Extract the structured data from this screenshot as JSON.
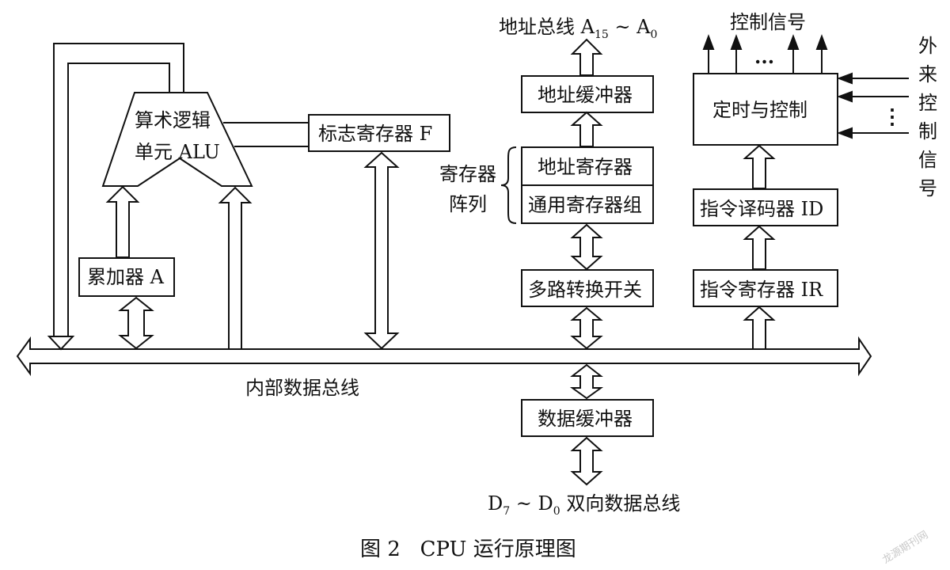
{
  "blocks": {
    "alu_line1": "算术逻辑",
    "alu_line2": "单元 ALU",
    "flag_register": "标志寄存器 F",
    "accumulator": "累加器 A",
    "address_buffer": "地址缓冲器",
    "address_register": "地址寄存器",
    "general_registers": "通用寄存器组",
    "multiplexer": "多路转换开关",
    "data_buffer": "数据缓冲器",
    "timing_control": "定时与控制",
    "instruction_decoder": "指令译码器 ID",
    "instruction_register": "指令寄存器 IR"
  },
  "labels": {
    "address_bus_prefix": "地址总线 A",
    "address_bus_sub_high": "15",
    "address_bus_tilde": " ~ A",
    "address_bus_sub_low": "0",
    "control_signals": "控制信号",
    "control_dots": "...",
    "external_control": [
      "外",
      "来",
      "控",
      "制",
      "信",
      "号"
    ],
    "external_dots": "⋮",
    "register_array_line1": "寄存器",
    "register_array_line2": "阵列",
    "internal_bus": "内部数据总线",
    "data_bus_d": "D",
    "data_bus_sub_high": "7",
    "data_bus_tilde": " ~ D",
    "data_bus_sub_low": "0",
    "data_bus_rest": " 双向数据总线"
  },
  "caption": "图 2   CPU 运行原理图",
  "watermark": "龙源期刊网"
}
